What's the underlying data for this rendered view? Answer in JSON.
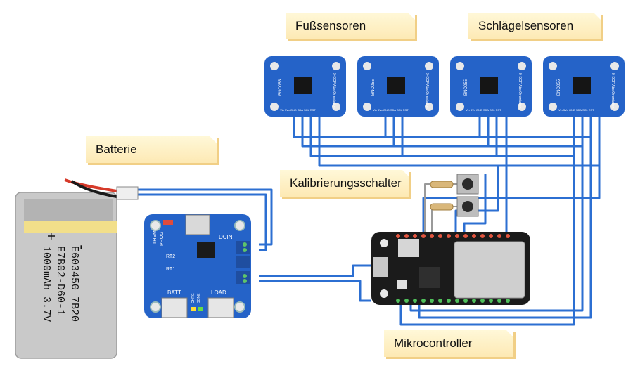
{
  "labels": {
    "foot_sensors": "Fußsensoren",
    "mallet_sensors": "Schlägelsensoren",
    "battery": "Batterie",
    "calibration_switch": "Kalibrierungsschalter",
    "microcontroller": "Mikrocontroller"
  },
  "battery": {
    "minus": "-",
    "plus": "+",
    "line1": "E603450 7B20",
    "line2": "E7B02-D60-1",
    "line3": "1000mAh 3.7V"
  },
  "charger": {
    "them": "THEM",
    "prog": "PROG",
    "dcin": "DCIN",
    "rt2": "RT2",
    "rt1": "RT1",
    "batt": "BATT",
    "load": "LOAD",
    "done": "DONE",
    "chrg": "CHRG"
  },
  "sensor": {
    "chip": "BNO055",
    "caption": "9-DOF Abs Orientation",
    "pins": "Vin 3Vo GND SDA SCL RST"
  },
  "colors": {
    "board": "#2563c8",
    "wire": "#2c6fd2",
    "label_bg": "#fdedc0",
    "battery": "#c9c9c9",
    "battery_stripe": "#f2df8a",
    "mcu": "#1b1b1b",
    "wifi_module": "#cfcfcf"
  }
}
